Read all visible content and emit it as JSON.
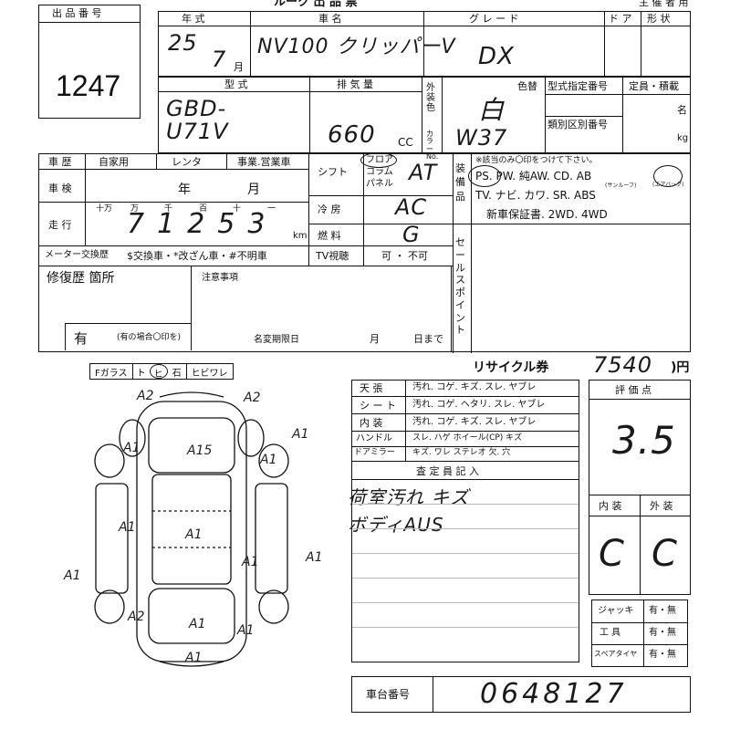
{
  "lot": {
    "label": "出 品 番 号",
    "number": "1247"
  },
  "header_top": {
    "title_fragment": "ルーク 出 品 票",
    "organizer": "主 催 者 用"
  },
  "row1": {
    "year_label": "年 式",
    "car_label": "車 名",
    "grade_label": "グ レ ー ド",
    "door_label": "ド ア",
    "shape_label": "形 状",
    "year_value": "25",
    "month_value": "7",
    "month_unit": "月",
    "car_name_value": "NV100 クリッパーV",
    "grade_value": "DX"
  },
  "row2": {
    "model_label": "型 式",
    "displacement_label": "排 気 量",
    "exterior_color_label": "外装色",
    "color_change_label": "色替",
    "type_spec_label": "型式指定番号",
    "capacity_label": "定員・積載",
    "class_label": "類別区別番号",
    "color_no_label": "カラーNo.",
    "model_value": "GBD-U71V",
    "displacement_value": "660",
    "cc_unit": "CC",
    "color_value": "白",
    "color_no_value": "W37",
    "unit_person": "名",
    "unit_kg": "kg"
  },
  "history": {
    "label": "車 歴",
    "options": [
      "自家用",
      "レンタ",
      "事業.営業車"
    ],
    "inspection_label": "車 検",
    "year_unit": "年",
    "month_unit": "月",
    "mileage_label": "走 行",
    "digit_labels": [
      "十万",
      "万",
      "千",
      "百",
      "十",
      "一"
    ],
    "mileage_value": "71253",
    "km_unit": "km",
    "meter_label": "メーター交換歴",
    "meter_options": "$交換車・*改ざん車・#不明車"
  },
  "shift": {
    "label": "シフト",
    "options": [
      "フロア",
      "コラム",
      "パネル"
    ],
    "value": "AT",
    "ac_label": "冷 房",
    "ac_value": "AC",
    "fuel_label": "燃 料",
    "fuel_value": "G",
    "tv_label": "TV視聴",
    "tv_options": "可 ・ 不可"
  },
  "equipment": {
    "label": "装備品",
    "note": "※該当のみ〇印をつけて下さい。",
    "line1": "PS.  PW.  純AW.  CD.  AB",
    "line2": "TV.  ナビ.  カワ.  SR.  ABS",
    "sunroof_note": "(サンルーフ)",
    "airbag_note": "(エアバッグ)",
    "line3": "新車保証書.  2WD.  4WD",
    "circled": [
      "PS",
      "AB"
    ]
  },
  "sales_point_label": "セールスポイント",
  "repair": {
    "label": "修復歴 箇所",
    "value": "有",
    "note": "(有の場合〇印を)",
    "notes_label": "注意事項",
    "name_change_label": "名変期限日",
    "month_unit": "月",
    "day_until": "日まで"
  },
  "glass_row": [
    "Fガラス",
    "ト",
    "ヒ",
    "石",
    "ヒビワレ"
  ],
  "recycle": {
    "label": "リサイクル券",
    "value": "7540",
    "unit": ")円"
  },
  "interior_table": {
    "rows": [
      {
        "label": "天 張",
        "items": "汚れ. コゲ. キズ. スレ. ヤブレ"
      },
      {
        "label": "シ ー ト",
        "items": "汚れ. コゲ. ヘタリ. スレ. ヤブレ"
      },
      {
        "label": "内 装",
        "items": "汚れ. コゲ. キズ. スレ. ヤブレ"
      },
      {
        "label": "ハンドル",
        "items": "スレ. ハゲ   ホイール(CP)   キズ"
      },
      {
        "label": "ドアミラー",
        "items": "キズ. ワレ   ステレオ   欠. 穴"
      }
    ],
    "inspector_label": "査 定 員 記 入",
    "inspector_notes": [
      "荷室汚れ キズ",
      "ボディAUS"
    ]
  },
  "score": {
    "label": "評 価 点",
    "value": "3.5",
    "interior_label": "内 装",
    "exterior_label": "外 装",
    "interior_value": "C",
    "exterior_value": "C"
  },
  "tools": [
    {
      "label": "ジャッキ",
      "value": "有・無"
    },
    {
      "label": "工 具",
      "value": "有・無"
    },
    {
      "label": "スペアタイヤ",
      "value": "有・無"
    }
  ],
  "chassis": {
    "label": "車台番号",
    "value": "0648127"
  },
  "damage_marks": [
    "A2",
    "A2",
    "A1",
    "A1",
    "A15",
    "A1",
    "A1",
    "A1",
    "A1",
    "A1",
    "A1",
    "A1",
    "A2",
    "A1",
    "A1"
  ]
}
